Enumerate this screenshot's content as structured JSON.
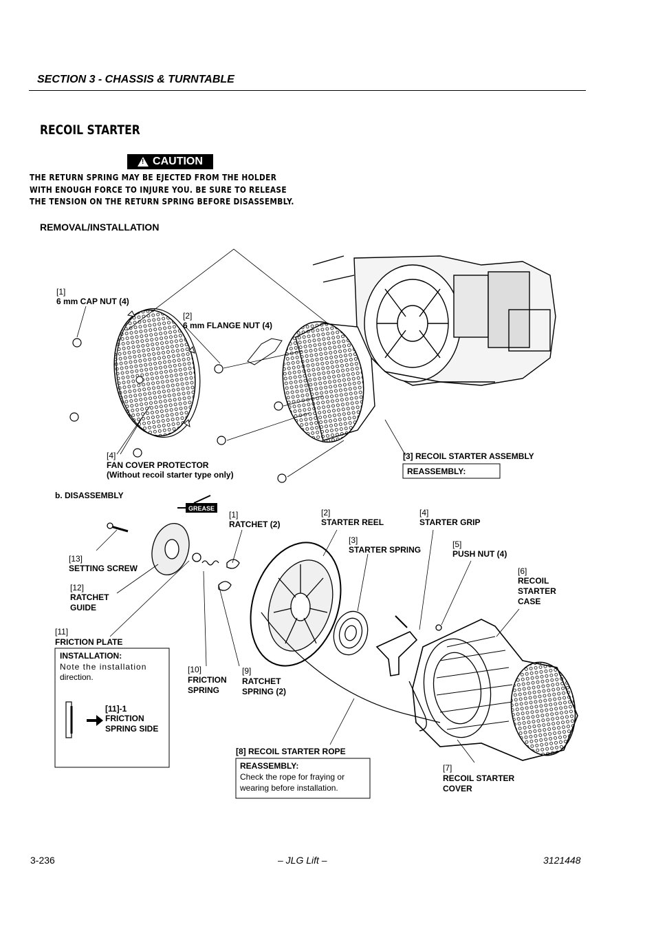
{
  "header": {
    "section": "SECTION 3 - CHASSIS & TURNTABLE"
  },
  "title": "RECOIL STARTER",
  "caution": {
    "label": "CAUTION",
    "lines": [
      "THE RETURN SPRING MAY BE EJECTED FROM THE HOLDER",
      "WITH ENOUGH FORCE TO INJURE YOU. BE SURE TO RELEASE",
      "THE TENSION ON THE RETURN SPRING BEFORE DISASSEMBLY."
    ]
  },
  "subheading": "REMOVAL/INSTALLATION",
  "figure": {
    "removal": {
      "cap_nut": [
        "[1]",
        "6 mm CAP NUT (4)"
      ],
      "flange_nut": [
        "[2]",
        "6 mm FLANGE NUT (4)"
      ],
      "fan_cover": [
        "[4]",
        "FAN COVER PROTECTOR",
        "(Without recoil starter type only)"
      ],
      "recoil_assembly": "[3] RECOIL STARTER ASSEMBLY",
      "reassembly_box": "REASSEMBLY:"
    },
    "disassembly_title": "b. DISASSEMBLY",
    "grease": "GREASE",
    "parts": {
      "ratchet": [
        "[1]",
        "RATCHET (2)"
      ],
      "starter_reel": [
        "[2]",
        "STARTER REEL"
      ],
      "starter_spring": [
        "[3]",
        "STARTER SPRING"
      ],
      "starter_grip": [
        "[4]",
        "STARTER GRIP"
      ],
      "push_nut": [
        "[5]",
        "PUSH NUT (4)"
      ],
      "recoil_case": [
        "[6]",
        "RECOIL",
        "STARTER",
        "CASE"
      ],
      "setting_screw": [
        "[13]",
        "SETTING SCREW"
      ],
      "ratchet_guide": [
        "[12]",
        "RATCHET",
        "GUIDE"
      ],
      "friction_plate": [
        "[11]",
        "FRICTION PLATE"
      ],
      "friction_spring": [
        "[10]",
        "FRICTION",
        "SPRING"
      ],
      "ratchet_spring": [
        "[9]",
        "RATCHET",
        "SPRING (2)"
      ],
      "recoil_rope": "[8] RECOIL STARTER ROPE",
      "recoil_cover": [
        "[7]",
        "RECOIL STARTER",
        "COVER"
      ]
    },
    "installation_box": {
      "title": "INSTALLATION:",
      "lines": [
        "Note the installation",
        "direction."
      ],
      "callout": [
        "[11]-1",
        "FRICTION",
        "SPRING SIDE"
      ]
    },
    "rope_box": {
      "title": "REASSEMBLY:",
      "lines": [
        "Check the rope for fraying or",
        "wearing before installation."
      ]
    }
  },
  "footer": {
    "page": "3-236",
    "center": "– JLG Lift –",
    "doc": "3121448"
  }
}
